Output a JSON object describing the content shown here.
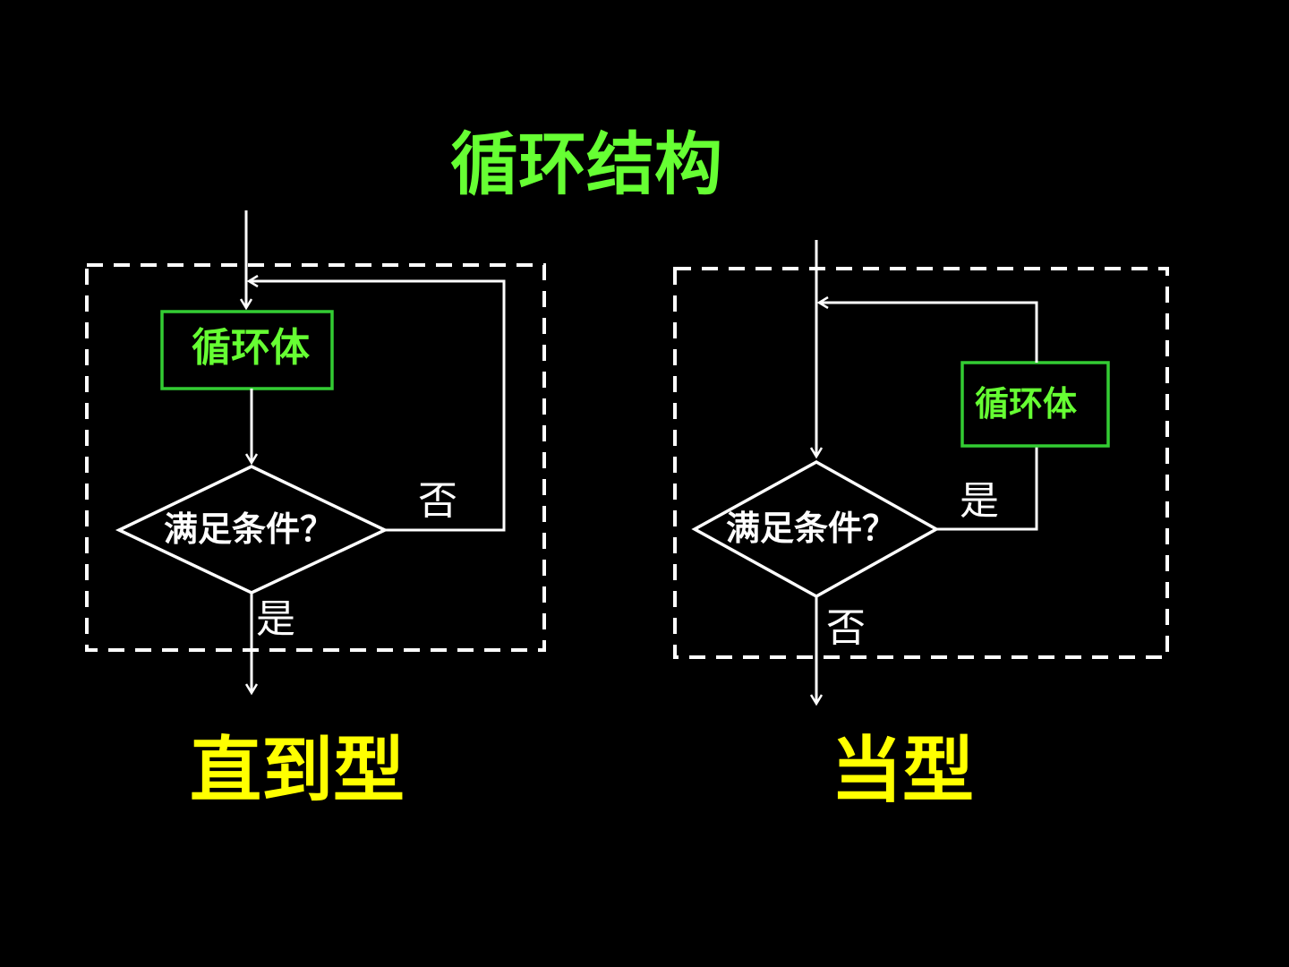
{
  "slide": {
    "title": "循环结构",
    "colors": {
      "background": "#000000",
      "title": "#66ff33",
      "box_border": "#33cc33",
      "box_text": "#66ff33",
      "lines": "#ffffff",
      "type_label": "#ffff00"
    }
  },
  "until_loop": {
    "body_label": "循环体",
    "condition_label": "满足条件？",
    "no_label": "否",
    "yes_label": "是",
    "type_label": "直到型"
  },
  "while_loop": {
    "body_label": "循环体",
    "condition_label": "满足条件？",
    "yes_label": "是",
    "no_label": "否",
    "type_label": "当型"
  }
}
